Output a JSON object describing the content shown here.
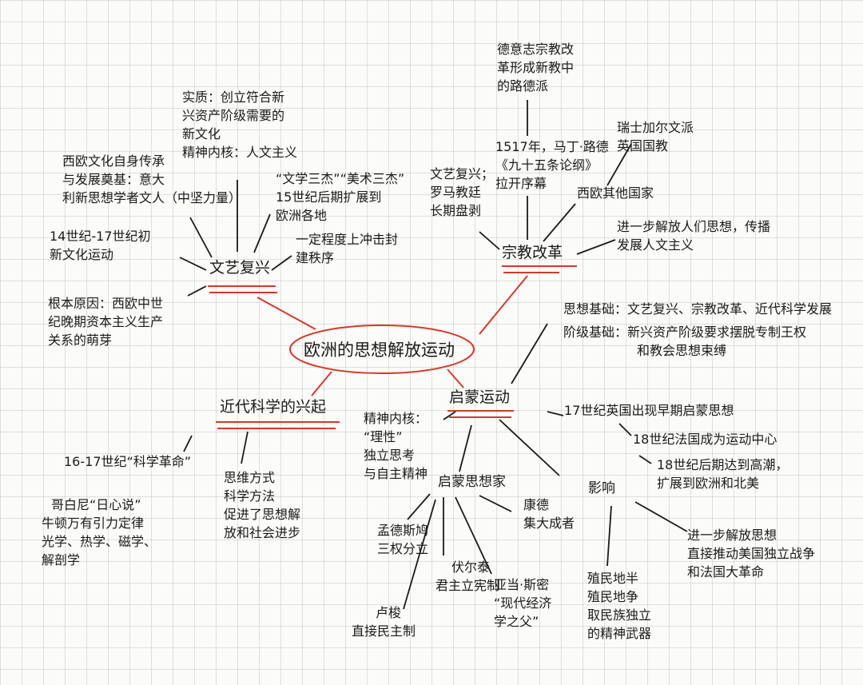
{
  "center": "欧洲的思想解放运动",
  "renaissance": {
    "title": "文艺复兴",
    "essence": [
      "实质：创立符合新",
      "兴资产阶级需要的",
      "新文化",
      "精神内核：人文主义"
    ],
    "foundation": [
      "西欧文化自身传承",
      "与发展奠基：意大",
      "利新思想学者文人（中坚力量）"
    ],
    "spread": [
      "“文学三杰”“美术三杰”",
      "15世纪后期扩展到",
      "欧洲各地"
    ],
    "time": [
      "14世纪-17世纪初",
      "新文化运动"
    ],
    "impact": [
      "一定程度上冲击封",
      "建秩序"
    ],
    "cause": [
      "根本原因：西欧中世",
      "纪晚期资本主义生产",
      "关系的萌芽"
    ]
  },
  "reformation": {
    "title": "宗教改革",
    "germany": [
      "德意志宗教改",
      "革形成新教中",
      "的路德派"
    ],
    "start": [
      "1517年，马丁·路德",
      "《九十五条论纲》",
      "拉开序幕"
    ],
    "cause": [
      "文艺复兴；",
      "罗马教廷",
      "长期盘剥"
    ],
    "others_branch": [
      "瑞士加尔文派",
      "英国国教"
    ],
    "others": "西欧其他国家",
    "impact": [
      "进一步解放人们思想，传播",
      "发展人文主义"
    ]
  },
  "enlightenment": {
    "title": "启蒙运动",
    "basis": [
      "思想基础：文艺复兴、宗教改革、近代科学发展",
      "阶级基础：新兴资产阶级要求摆脱专制王权",
      "和教会思想束缚"
    ],
    "stage1": "17世纪英国出现早期启蒙思想",
    "stage2": "18世纪法国成为运动中心",
    "stage3": [
      "18世纪后期达到高潮，",
      "扩展到欧洲和北美"
    ],
    "core": [
      "精神内核：",
      "“理性”",
      "独立思考",
      "与自主精神"
    ],
    "thinkers_title": "启蒙思想家",
    "montesquieu": [
      "孟德斯鸠",
      "三权分立"
    ],
    "voltaire": [
      "伏尔泰",
      "君主立宪制"
    ],
    "rousseau": [
      "卢梭",
      "直接民主制"
    ],
    "kant": [
      "康德",
      "集大成者"
    ],
    "smith": [
      "亚当·斯密",
      "“现代经济",
      "学之父”"
    ],
    "influence_title": "影响",
    "influence1": [
      "殖民地半",
      "殖民地争",
      "取民族独立",
      "的精神武器"
    ],
    "influence2": [
      "进一步解放思想",
      "直接推动美国独立战争",
      "和法国大革命"
    ]
  },
  "science": {
    "title": "近代科学的兴起",
    "time": "16-17世纪“科学革命”",
    "achievements": [
      "哥白尼“日心说”",
      "牛顿万有引力定律",
      "光学、热学、磁学、",
      "解剖学"
    ],
    "impact": [
      "思维方式",
      "科学方法",
      "促进了思想解",
      "放和社会进步"
    ]
  },
  "colors": {
    "ink": "#1a1a1a",
    "red": "#d23a2a"
  }
}
